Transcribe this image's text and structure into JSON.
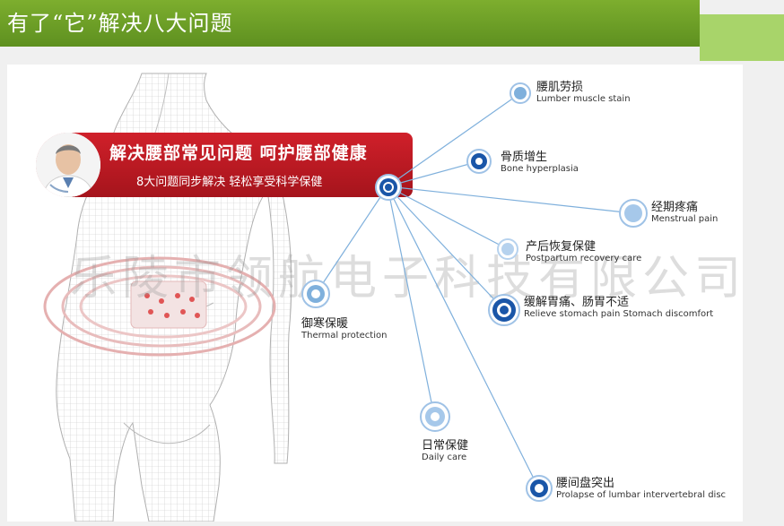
{
  "header": {
    "title": "有了“它”解决八大问题"
  },
  "banner": {
    "title": "解决腰部常见问题  呵护腰部健康",
    "subtitle": "8大问题同步解决  轻松享受科学保健"
  },
  "watermark": "乐陵市领航电子科技有限公司",
  "problems": [
    {
      "zh": "腰肌劳损",
      "en": "Lumber muscle stain"
    },
    {
      "zh": "骨质增生",
      "en": "Bone hyperplasia"
    },
    {
      "zh": "经期疼痛",
      "en": "Menstrual pain"
    },
    {
      "zh": "产后恢复保健",
      "en": "Postpartum recovery care"
    },
    {
      "zh": "缓解胃痛、肠胃不适",
      "en": "Relieve stomach pain Stomach discomfort"
    },
    {
      "zh": "御寒保暖",
      "en": "Thermal protection"
    },
    {
      "zh": "日常保健",
      "en": "Daily care"
    },
    {
      "zh": "腰间盘突出",
      "en": "Prolapse of lumbar intervertebral disc"
    }
  ],
  "colors": {
    "header": "#6a9e25",
    "banner": "#c41a23",
    "node": "#1a56a8",
    "line": "#7fb0dc"
  }
}
